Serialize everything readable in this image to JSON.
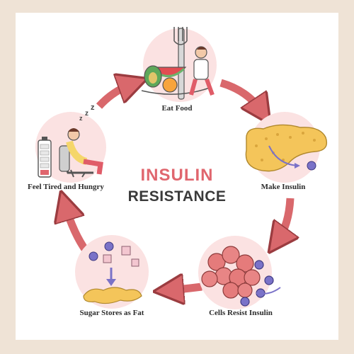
{
  "title": {
    "line1": "INSULIN",
    "line2": "RESISTANCE"
  },
  "stages": [
    {
      "label": "Eat Food",
      "icon": "food-icon"
    },
    {
      "label": "Make Insulin",
      "icon": "pancreas-icon"
    },
    {
      "label": "Cells Resist Insulin",
      "icon": "cells-icon"
    },
    {
      "label": "Sugar Stores as Fat",
      "icon": "fat-storage-icon"
    },
    {
      "label": "Feel Tired and Hungry",
      "icon": "tired-person-icon"
    }
  ],
  "colors": {
    "accent": "#e0666e",
    "arrow": "#d9686c",
    "circle": "#fbe2e2",
    "pancreas": "#f4c55a",
    "molecule": "#7a72c8"
  }
}
